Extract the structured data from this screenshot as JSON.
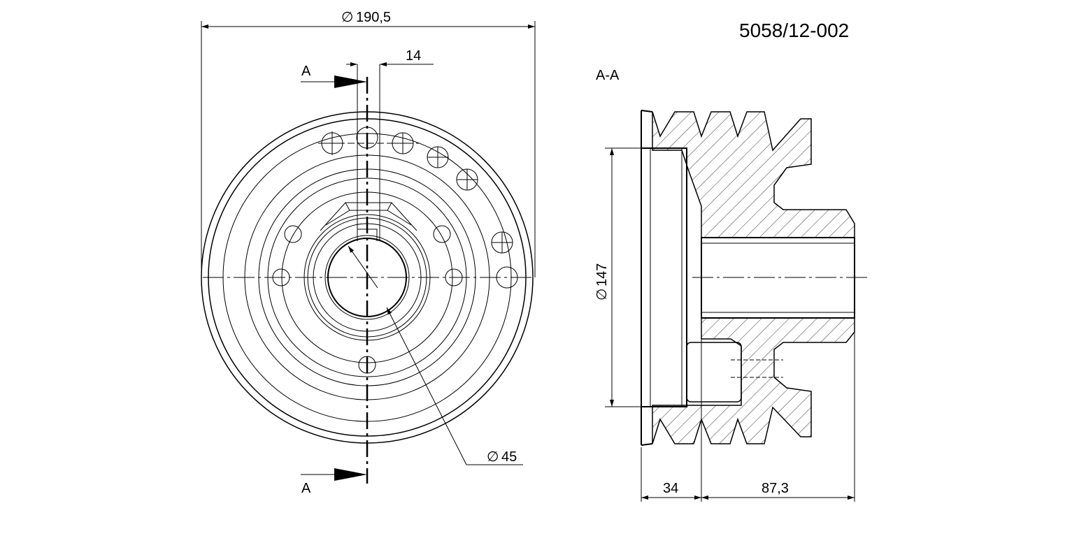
{
  "drawing": {
    "part_number": "5058/12-002",
    "section_label": "A-A",
    "cut_labels": [
      "A",
      "A"
    ],
    "dimensions": {
      "outer_diameter": "190,5",
      "key_width": "14",
      "bore_diameter": "45",
      "groove_diameter": "147",
      "flange_width": "34",
      "hub_length": "87,3"
    },
    "diameter_symbol": "∅"
  }
}
